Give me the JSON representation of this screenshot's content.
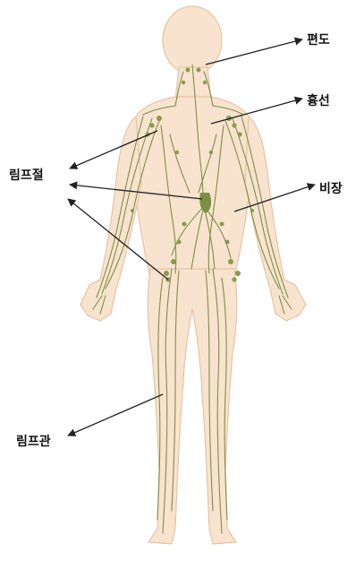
{
  "diagram": {
    "labels": {
      "tonsil": "편도",
      "thymus": "흉선",
      "spleen": "비장",
      "lymph_node": "림프절",
      "lymph_vessel": "림프관"
    },
    "colors": {
      "skin": "#f8e3cf",
      "skin_outline": "#e8c3a3",
      "lymph": "#7d8f45",
      "node": "#8a9a4a",
      "arrow": "#222222"
    }
  }
}
